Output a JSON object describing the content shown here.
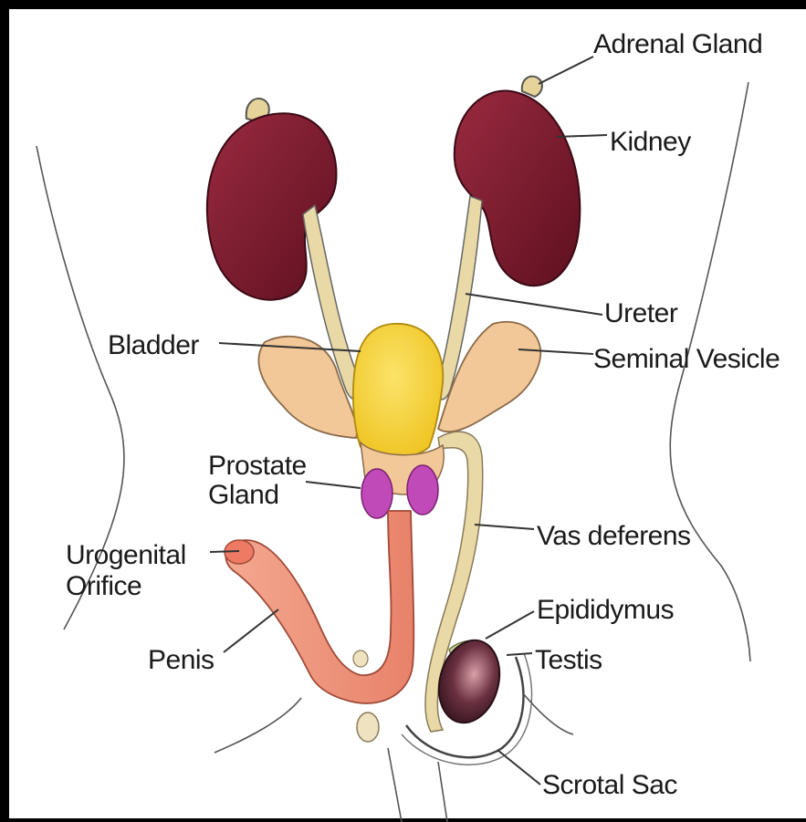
{
  "colors": {
    "kidney": "#7a1a2e",
    "ureter": "#e8d9a6",
    "bladder": "#f6d23a",
    "seminal_vesicle": "#f2c898",
    "prostate": "#c04ab8",
    "penis": "#f0907a",
    "testis": "#4a2630",
    "outline": "#333333"
  },
  "labels": {
    "adrenal_gland": "Adrenal Gland",
    "kidney": "Kidney",
    "ureter": "Ureter",
    "bladder": "Bladder",
    "seminal_vesicle": "Seminal Vesicle",
    "prostate_line1": "Prostate",
    "prostate_line2": "Gland",
    "vas_deferens": "Vas deferens",
    "urogenital_line1": "Urogenital",
    "urogenital_line2": "Orifice",
    "epididymus": "Epididymus",
    "penis": "Penis",
    "testis": "Testis",
    "scrotal_sac": "Scrotal Sac"
  }
}
